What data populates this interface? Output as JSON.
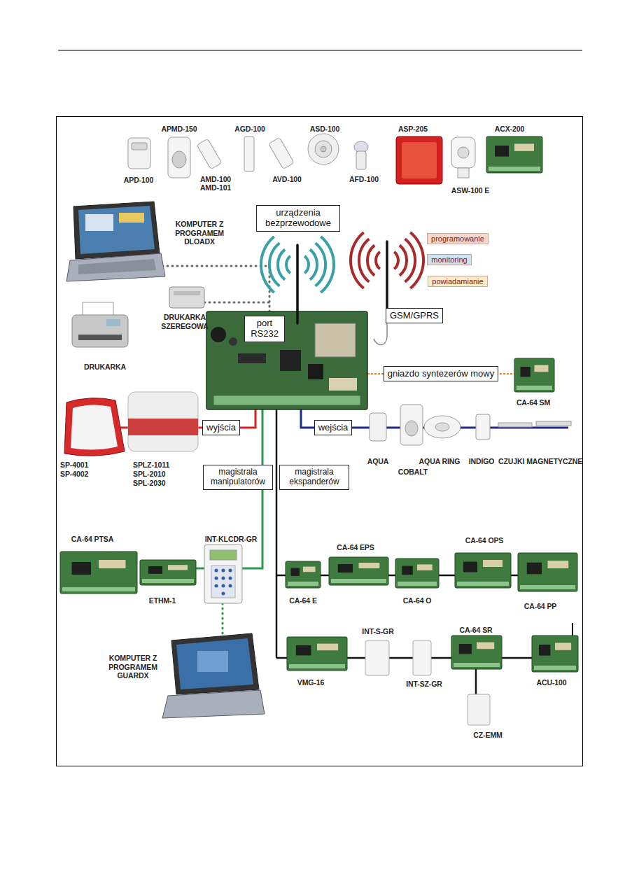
{
  "diagram": {
    "nodes": [
      {
        "text": [
          "urządzenia bezprzewodowe"
        ]
      },
      {
        "text": [
          "programowanie"
        ]
      },
      {
        "text": [
          "monitoring"
        ]
      },
      {
        "text": [
          "powiadamianie"
        ]
      },
      {
        "text": [
          "port RS232"
        ]
      },
      {
        "text": [
          "GSM/GPRS"
        ]
      },
      {
        "text": [
          "gniazdo syntezerów mowy"
        ]
      },
      {
        "text": [
          "wyjścia"
        ]
      },
      {
        "text": [
          "wejścia"
        ]
      },
      {
        "text": [
          "magistrala manipulatorów"
        ]
      },
      {
        "text": [
          "magistrala ekspanderów"
        ]
      }
    ],
    "labels": [
      "APMD-150",
      "AGD-100",
      "ASD-100",
      "ASP-205",
      "ACX-200",
      "APD-100",
      "AMD-100",
      "AMD-101",
      "AVD-100",
      "AFD-100",
      "ASW-100 E",
      "KOMPUTER Z PROGRAMEM DLOADX",
      "DRUKARKA SZEREGOWA",
      "DRUKARKA",
      "CA-64 SM",
      "SP-4001",
      "SP-4002",
      "SPLZ-1011",
      "SPL-2010",
      "SPL-2030",
      "AQUA",
      "COBALT",
      "AQUA RING",
      "INDIGO",
      "CZUJKI MAGNETYCZNE",
      "CA-64 PTSA",
      "INT-KLCDR-GR",
      "ETHM-1",
      "KOMPUTER Z PROGRAMEM GUARDX",
      "CA-64 EPS",
      "CA-64 OPS",
      "CA-64 E",
      "CA-64 O",
      "CA-64 PP",
      "INT-S-GR",
      "CA-64 SR",
      "VMG-16",
      "INT-SZ-GR",
      "ACU-100",
      "CZ-EMM"
    ]
  }
}
